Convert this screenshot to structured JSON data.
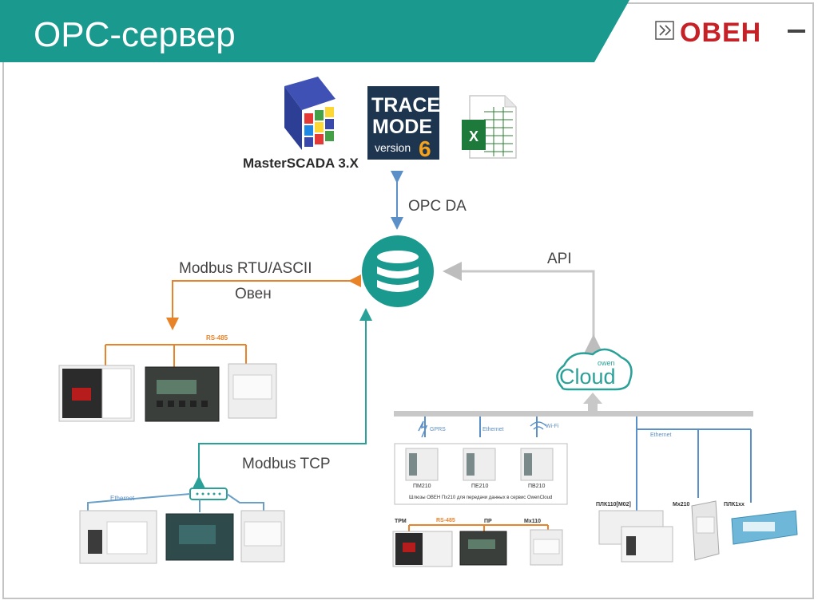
{
  "title": "OPC-сервер",
  "logo": {
    "text": "ОВЕН",
    "icon": "double-chevron-icon"
  },
  "software": {
    "masterscada": "MasterSCADA 3.X",
    "tracemode_line1": "TRACE",
    "tracemode_line2": "MODE",
    "tracemode_line3": "version",
    "tracemode_version": "6",
    "excel_letter": "X"
  },
  "labels": {
    "opc_da": "OPC DA",
    "api": "API",
    "modbus_rtu_line1": "Modbus RTU/ASCII",
    "modbus_rtu_line2": "Овен",
    "modbus_tcp": "Modbus TCP",
    "rs485_left": "RS-485",
    "rs485_bottom": "RS-485",
    "ethernet_left": "Ethernet",
    "ethernet_right": "Ethernet",
    "cloud_small": "owen",
    "cloud_big": "Cloud"
  },
  "gateways": {
    "gprs": "GPRS",
    "ethernet": "Ethernet",
    "wifi": "Wi-Fi",
    "pm210": "ПМ210",
    "pe210": "ПЕ210",
    "pv210": "ПВ210",
    "caption": "Шлюзы ОВЕН Пх210 для передачи данных в сервис OwenCloud"
  },
  "bottom_devices": {
    "trm": "ТРМ",
    "pr": "ПР",
    "mx110": "Мх110"
  },
  "right_devices": {
    "plc110": "ПЛК110[М02]",
    "mx210": "Мх210",
    "plc1xx": "ПЛК1хх"
  },
  "colors": {
    "teal": "#1a9a8f",
    "orange": "#e8832a",
    "blue_arrow": "#5b8fc7",
    "teal_arrow": "#2aa198",
    "gray_arrow": "#c8c8c8",
    "frame": "#bfbfbf"
  }
}
